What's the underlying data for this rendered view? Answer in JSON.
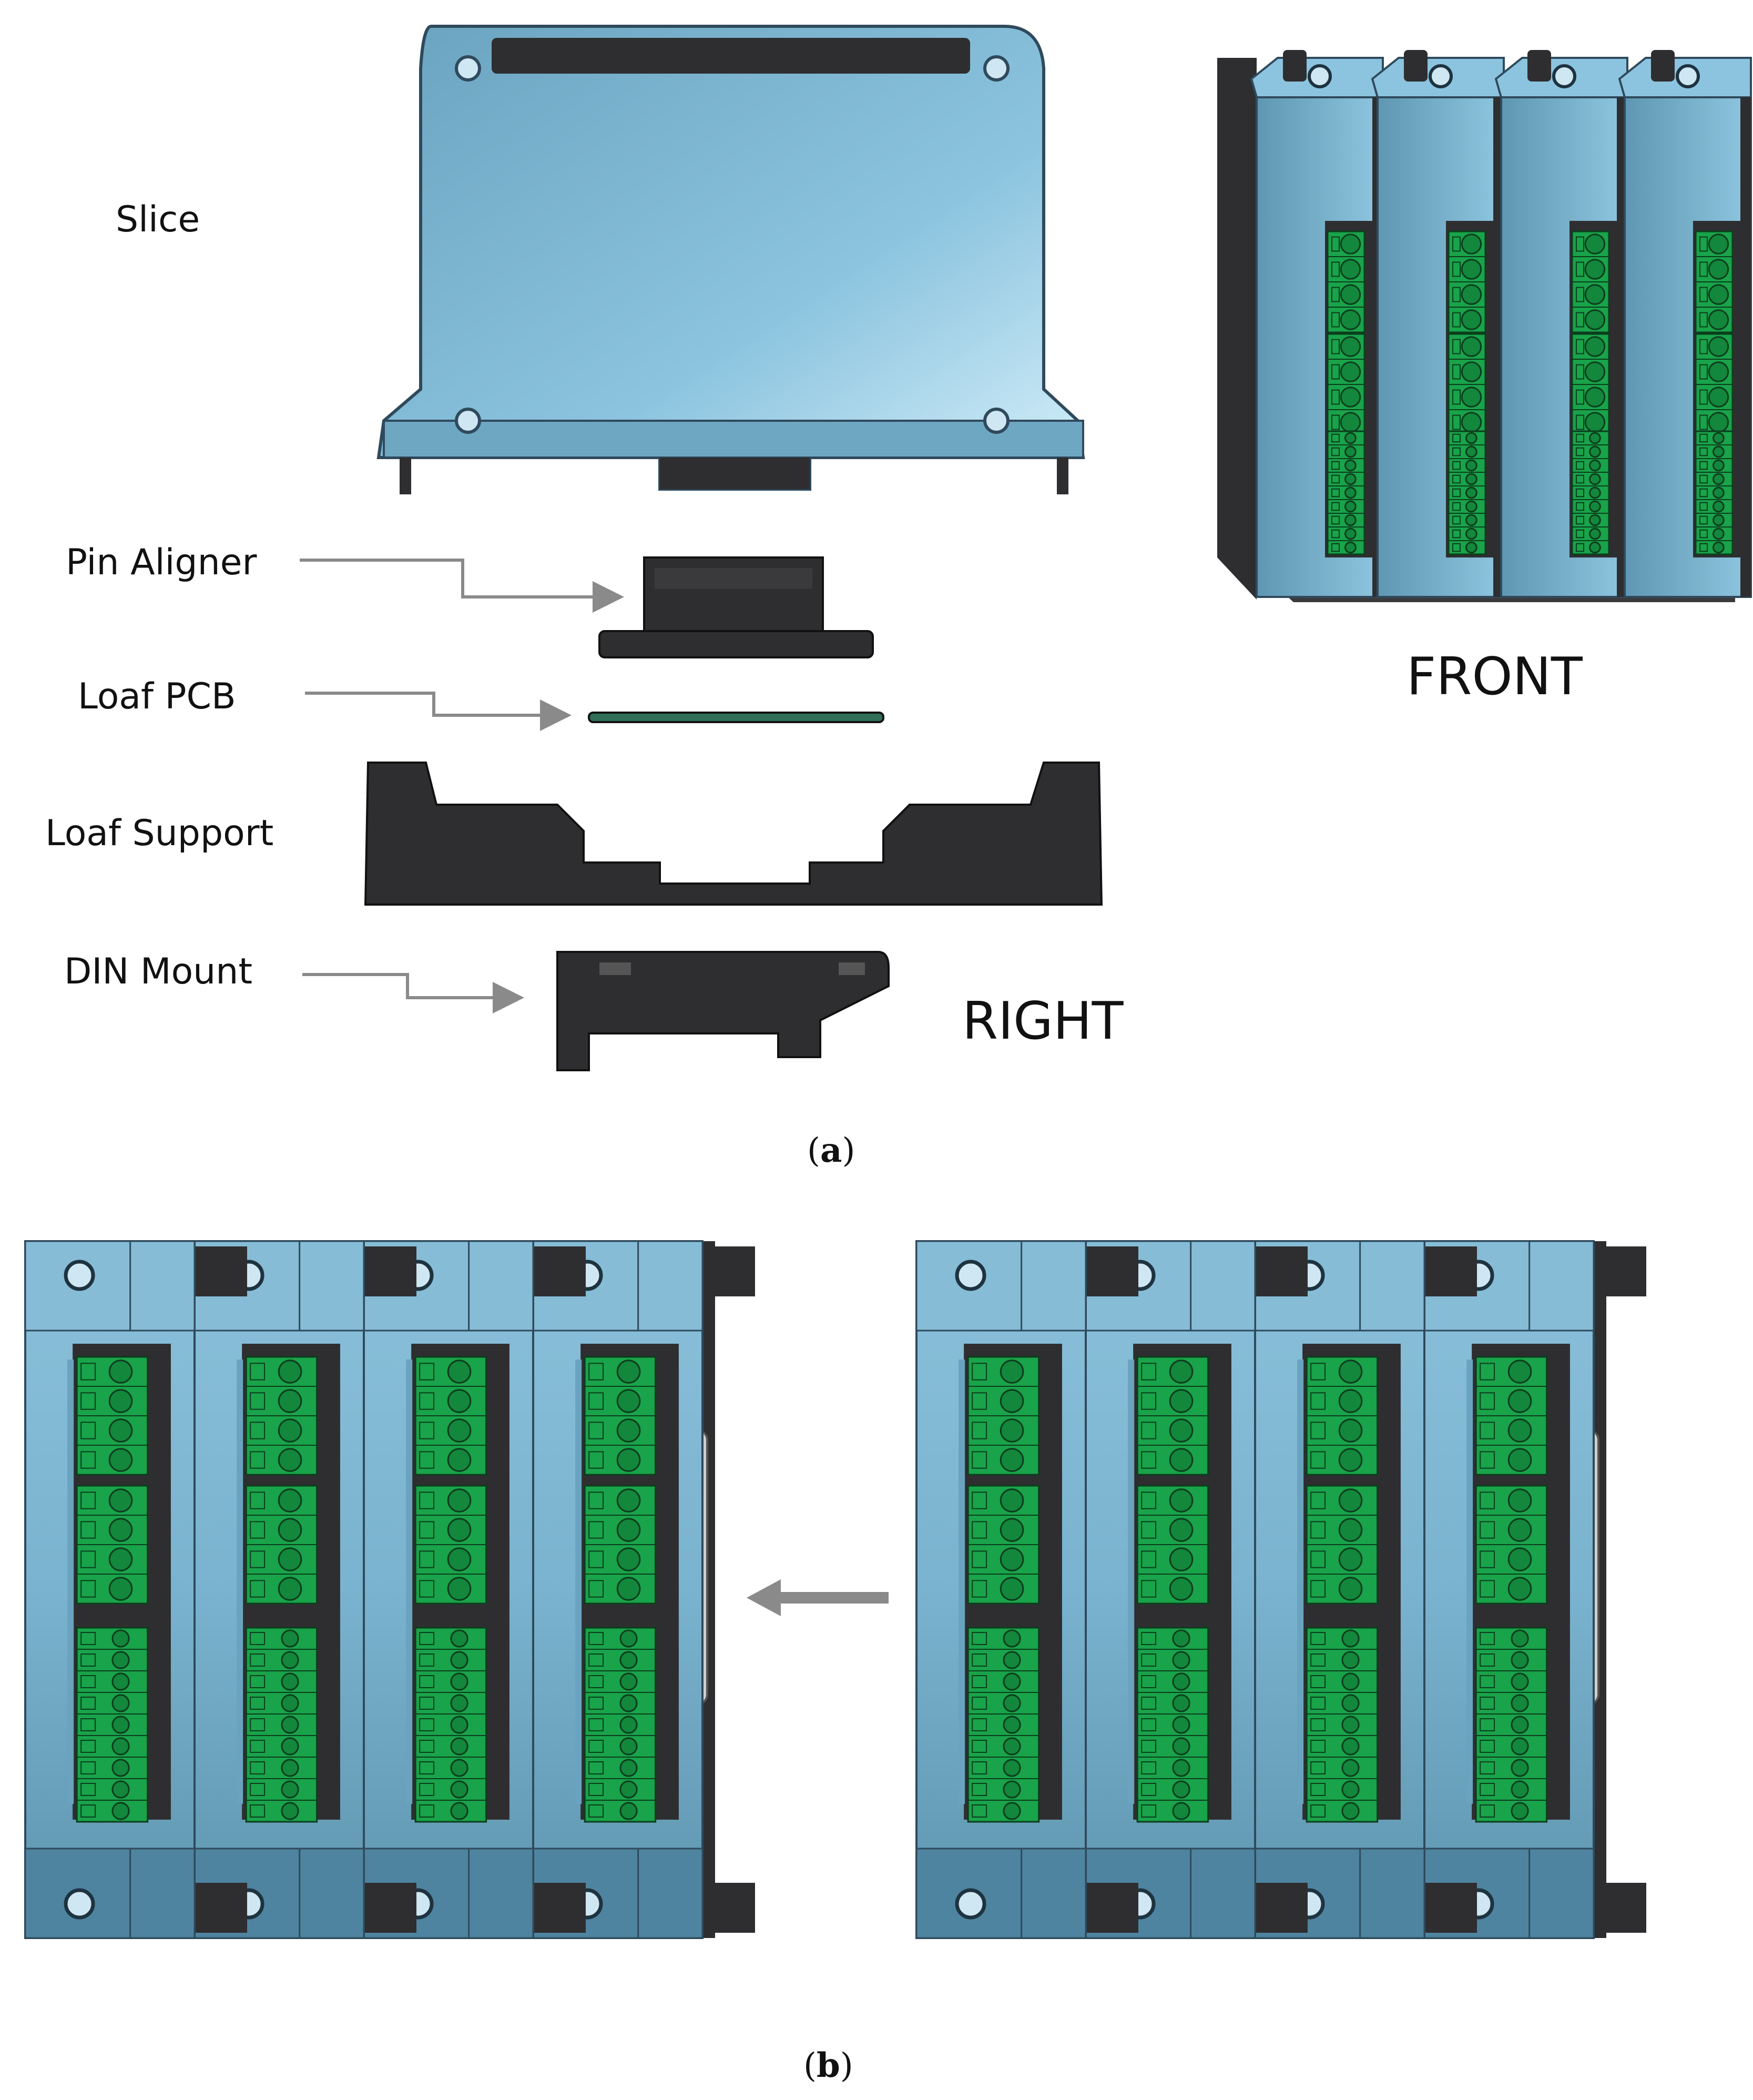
{
  "panel_a": {
    "labels": {
      "slice": "Slice",
      "pin_aligner": "Pin Aligner",
      "loaf_pcb": "Loaf PCB",
      "loaf_support": "Loaf Support",
      "din_mount": "DIN Mount"
    },
    "view_front": "FRONT",
    "view_right": "RIGHT",
    "caption_letter": "a"
  },
  "panel_b": {
    "caption_letter": "b"
  },
  "colors": {
    "slice_blue": "#7fb6d2",
    "slice_blue_light": "#cde9f6",
    "slice_edge": "#2f4a5c",
    "part_dark": "#2e2e30",
    "connector_green": "#19a34a",
    "pcb_green": "#2f6f58",
    "arrow_gray": "#8a8a8a"
  }
}
